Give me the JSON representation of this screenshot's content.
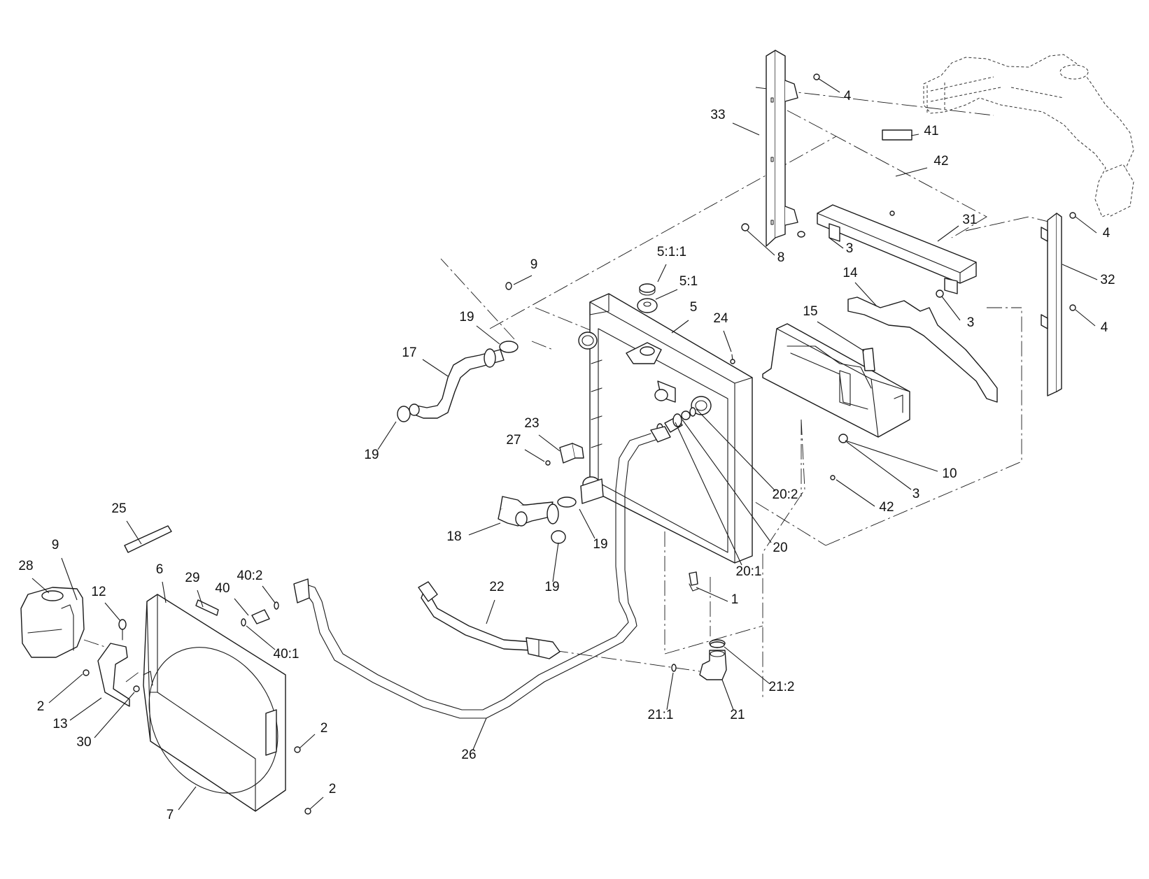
{
  "callouts": [
    {
      "label": "4"
    },
    {
      "label": "33"
    },
    {
      "label": "41"
    },
    {
      "label": "42"
    },
    {
      "label": "31"
    },
    {
      "label": "4"
    },
    {
      "label": "3"
    },
    {
      "label": "8"
    },
    {
      "label": "32"
    },
    {
      "label": "3"
    },
    {
      "label": "4"
    },
    {
      "label": "14"
    },
    {
      "label": "15"
    },
    {
      "label": "5:1:1"
    },
    {
      "label": "5:1"
    },
    {
      "label": "5"
    },
    {
      "label": "24"
    },
    {
      "label": "9"
    },
    {
      "label": "19"
    },
    {
      "label": "17"
    },
    {
      "label": "19"
    },
    {
      "label": "23"
    },
    {
      "label": "27"
    },
    {
      "label": "10"
    },
    {
      "label": "3"
    },
    {
      "label": "20:2"
    },
    {
      "label": "42"
    },
    {
      "label": "20"
    },
    {
      "label": "20:1"
    },
    {
      "label": "18"
    },
    {
      "label": "19"
    },
    {
      "label": "19"
    },
    {
      "label": "1"
    },
    {
      "label": "25"
    },
    {
      "label": "9"
    },
    {
      "label": "28"
    },
    {
      "label": "12"
    },
    {
      "label": "6"
    },
    {
      "label": "29"
    },
    {
      "label": "40:2"
    },
    {
      "label": "40"
    },
    {
      "label": "40:1"
    },
    {
      "label": "22"
    },
    {
      "label": "21:2"
    },
    {
      "label": "21:1"
    },
    {
      "label": "21"
    },
    {
      "label": "2"
    },
    {
      "label": "13"
    },
    {
      "label": "30"
    },
    {
      "label": "2"
    },
    {
      "label": "26"
    },
    {
      "label": "2"
    },
    {
      "label": "7"
    }
  ]
}
